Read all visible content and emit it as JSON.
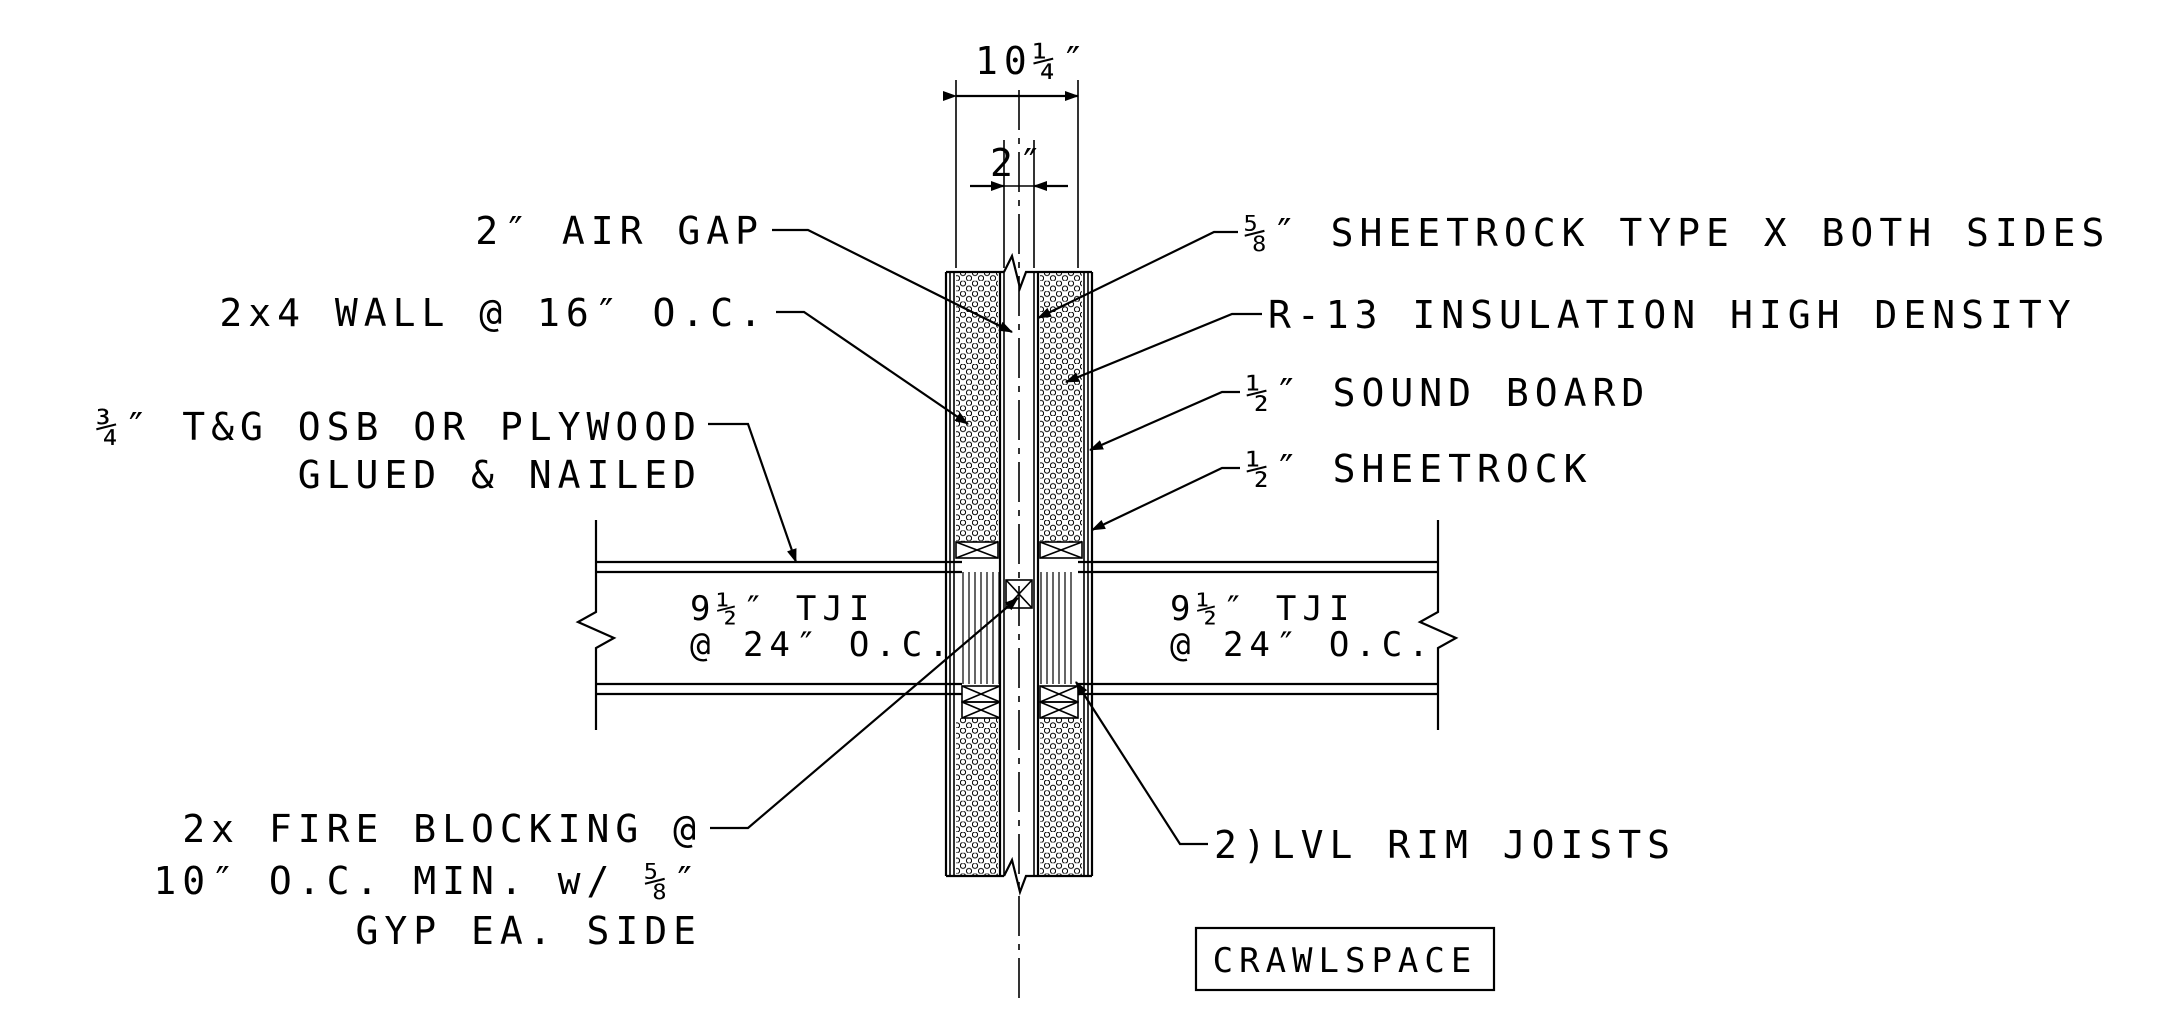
{
  "dimensions": {
    "overall": "10¼″",
    "gap": "2″"
  },
  "labels_left": {
    "air_gap": "2″ AIR GAP",
    "wall": "2x4 WALL @ 16″ O.C.",
    "subfloor_line1": "¾″ T&G OSB OR PLYWOOD",
    "subfloor_line2": "GLUED & NAILED",
    "fireblock_line1": "2x FIRE BLOCKING @",
    "fireblock_line2": "10″ O.C. MIN. w/ ⅝″",
    "fireblock_line3": "GYP EA. SIDE"
  },
  "labels_right": {
    "sheetrock_x": "⅝″ SHEETROCK TYPE X BOTH SIDES",
    "insulation": "R-13 INSULATION HIGH DENSITY",
    "sound_board": "½″ SOUND BOARD",
    "sheetrock": "½″ SHEETROCK",
    "rim_joists": "2)LVL RIM JOISTS"
  },
  "joists": {
    "left_line1": "9½″ TJI",
    "left_line2": "@ 24″ O.C.",
    "right_line1": "9½″ TJI",
    "right_line2": "@ 24″ O.C."
  },
  "tag": {
    "crawlspace": "CRAWLSPACE"
  }
}
